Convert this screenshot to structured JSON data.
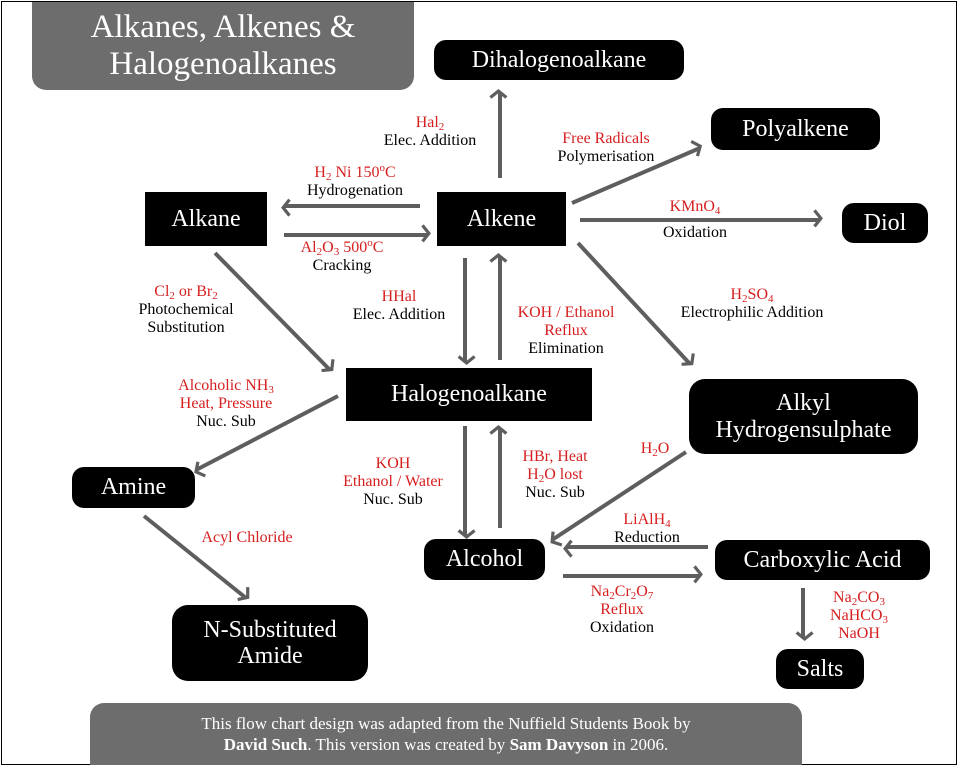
{
  "title": {
    "line1": "Alkanes, Alkenes &",
    "line2": "Halogenoalkanes"
  },
  "nodes": {
    "dihalogenoalkane": "Dihalogenoalkane",
    "polyalkene": "Polyalkene",
    "alkane": "Alkane",
    "alkene": "Alkene",
    "diol": "Diol",
    "halogenoalkane": "Halogenoalkane",
    "alkyl_hydrogensulphate": {
      "line1": "Alkyl",
      "line2": "Hydrogensulphate"
    },
    "amine": "Amine",
    "alcohol": "Alcohol",
    "carboxylic_acid": "Carboxylic Acid",
    "n_substituted_amide": {
      "line1": "N-Substituted",
      "line2": "Amide"
    },
    "salts": "Salts"
  },
  "labels": {
    "hal2": {
      "reagent": "Hal",
      "reagent_sub": "2",
      "reaction": "Elec. Addition"
    },
    "hydrogenation": {
      "r1": "H",
      "r1_sub": "2",
      "r2": " Ni 150",
      "r2_sup": "o",
      "r3": "C",
      "reaction": "Hydrogenation"
    },
    "cracking": {
      "r1": "Al",
      "r1_sub": "2",
      "r2": "O",
      "r2_sub": "3",
      "r3": " 500",
      "r3_sup": "o",
      "r4": "C",
      "reaction": "Cracking"
    },
    "polymerisation": {
      "reagent": "Free Radicals",
      "reaction": "Polymerisation"
    },
    "kmno4": {
      "r1": "KMnO",
      "r1_sub": "4",
      "reaction": "Oxidation"
    },
    "h2so4": {
      "r1": "H",
      "r1_sub": "2",
      "r2": "SO",
      "r2_sub": "4",
      "reaction": "Electrophilic Addition"
    },
    "photochemical": {
      "r1": "Cl",
      "r1_sub": "2",
      "r2": " or Br",
      "r2_sub": "2",
      "reaction1": "Photochemical",
      "reaction2": "Substitution"
    },
    "hhal": {
      "reagent": "HHal",
      "reaction": "Elec. Addition"
    },
    "elimination": {
      "reagent1": "KOH / Ethanol",
      "reagent2": "Reflux",
      "reaction": "Elimination"
    },
    "nh3": {
      "r1": "Alcoholic NH",
      "r1_sub": "3",
      "reagent2": "Heat, Pressure",
      "reaction": "Nuc. Sub"
    },
    "koh_water": {
      "reagent1": "KOH",
      "reagent2": "Ethanol / Water",
      "reaction": "Nuc. Sub"
    },
    "hbr": {
      "reagent1": "HBr, Heat",
      "r2": "H",
      "r2_sub": "2",
      "r3": "O lost",
      "reaction": "Nuc. Sub"
    },
    "h2o": {
      "r1": "H",
      "r1_sub": "2",
      "r2": "O"
    },
    "acyl": {
      "reagent": "Acyl Chloride"
    },
    "lialh4": {
      "r1": "LiAlH",
      "r1_sub": "4",
      "reaction": "Reduction"
    },
    "dichromate": {
      "r1": "Na",
      "r1_sub": "2",
      "r2": "Cr",
      "r2_sub": "2",
      "r3": "O",
      "r3_sub": "7",
      "reagent2": "Reflux",
      "reaction": "Oxidation"
    },
    "bases": {
      "a1": "Na",
      "a1_sub": "2",
      "a2": "CO",
      "a2_sub": "3",
      "b1": "NaHCO",
      "b1_sub": "3",
      "c": "NaOH"
    }
  },
  "footer": {
    "t1": "This flow chart design was adapted from the Nuffield Students Book by",
    "author": "David Such",
    "t2": ". This version was created by ",
    "creator": "Sam Davyson",
    "t3": " in 2006."
  },
  "colors": {
    "node": "#000000",
    "arrow": "#5e5e5e",
    "reagent": "#d61f1f",
    "banner": "#6d6d6d"
  }
}
